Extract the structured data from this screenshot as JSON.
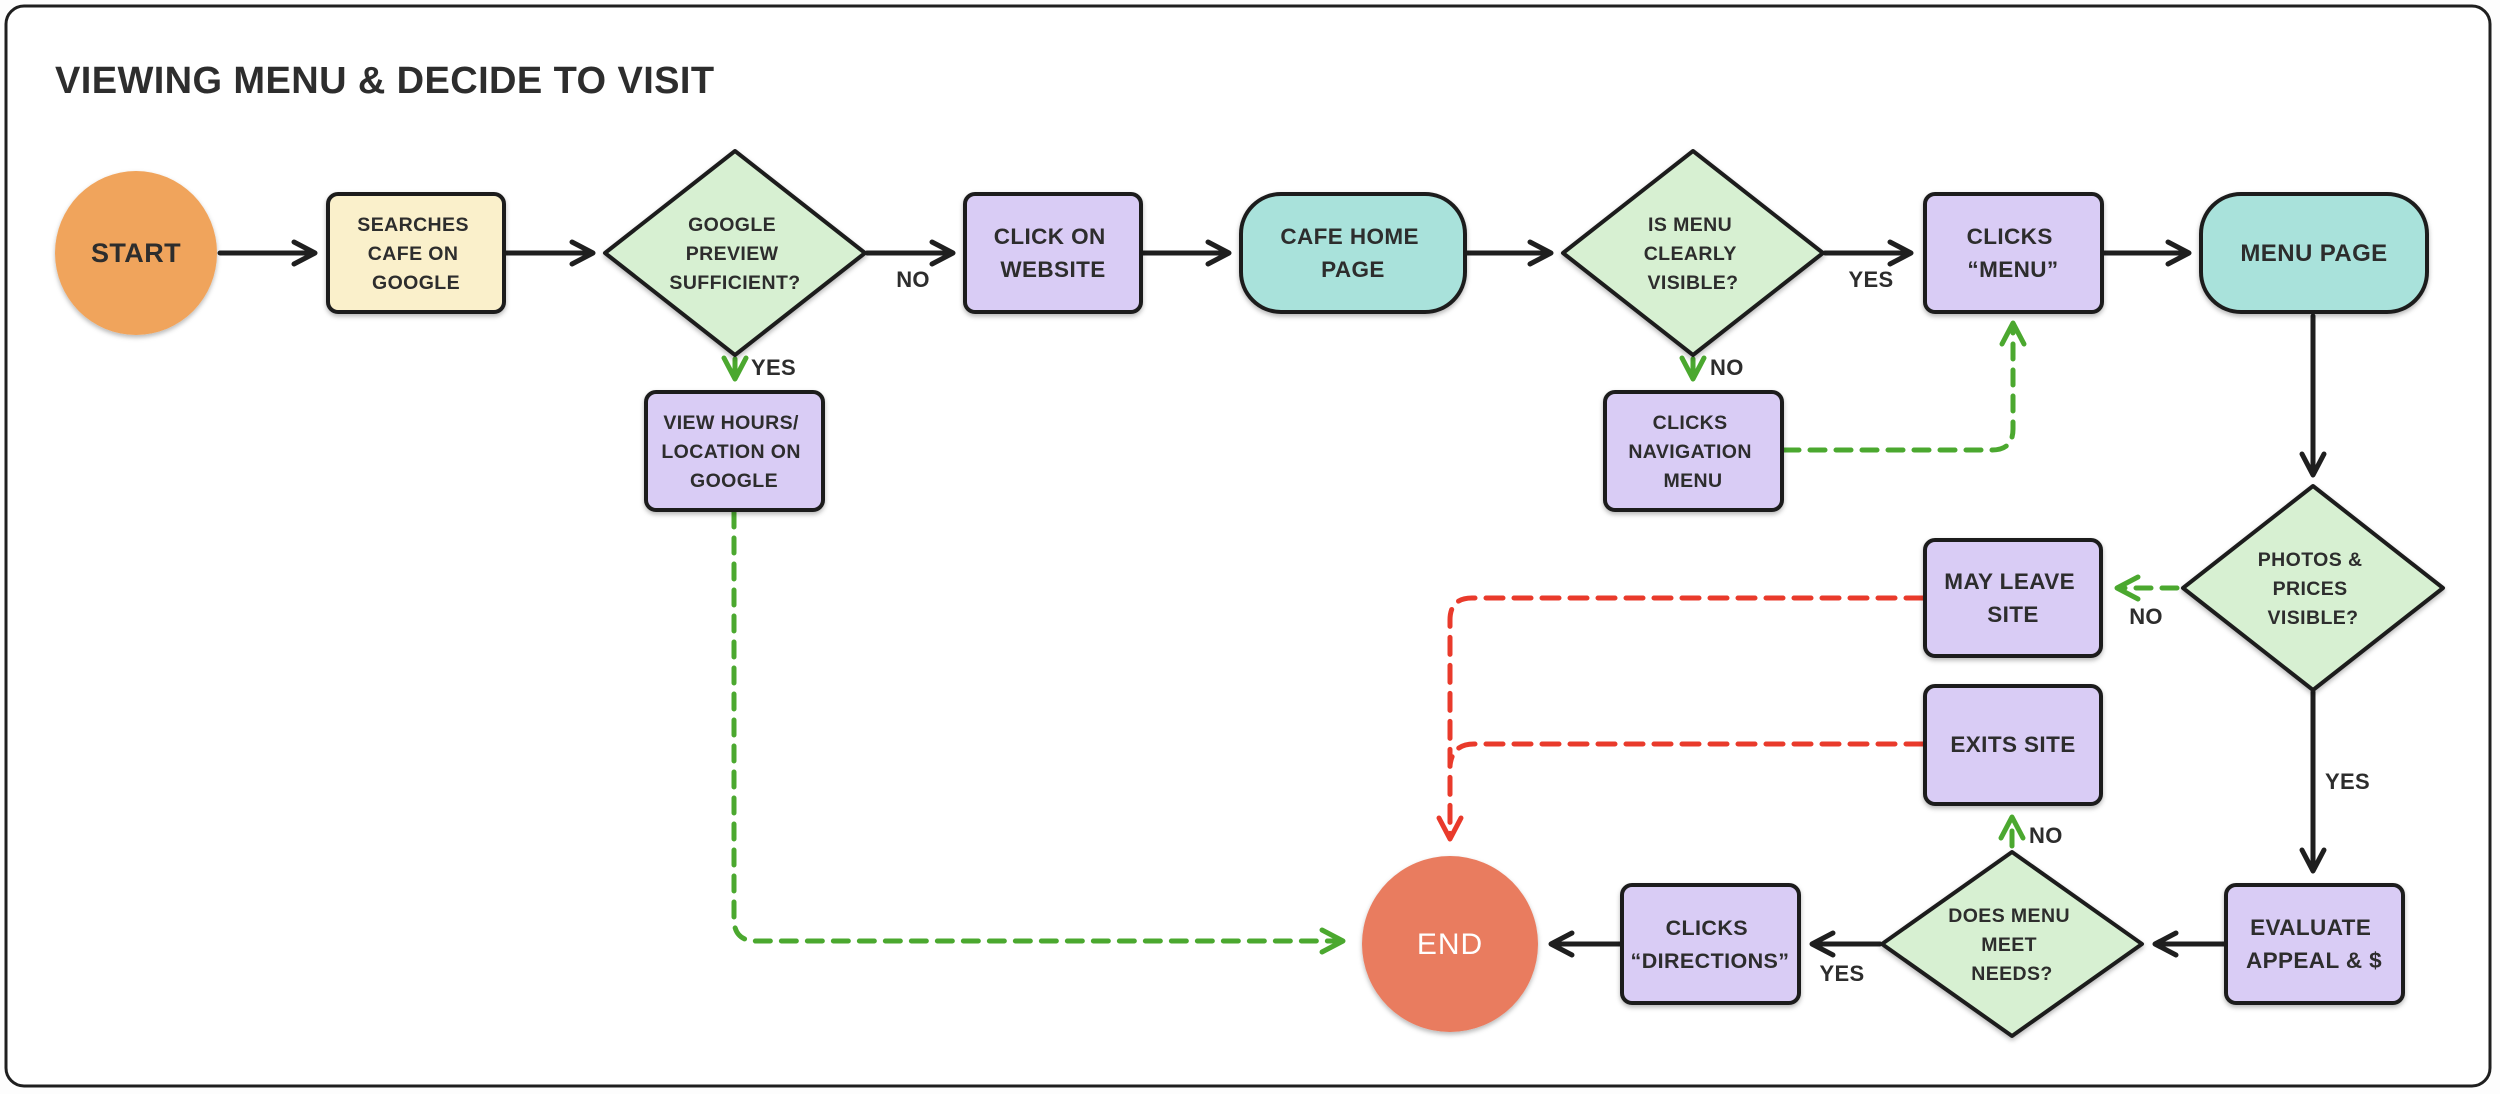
{
  "title": "VIEWING MENU & DECIDE TO VISIT",
  "colors": {
    "ink": "#1f1f1f",
    "text_ink": "#2d2d2d",
    "frame_stroke": "#1f1f1f",
    "canvas_bg": "#ffffff",
    "start_fill": "#f0a45c",
    "input_fill": "#faf0cb",
    "decision_fill": "#d7f0d2",
    "process_fill": "#d9ccf5",
    "page_fill": "#a9e2db",
    "end_fill": "#e97c5f",
    "end_text": "#ffffff",
    "branch_green": "#4ba82f",
    "exit_red": "#e93a2b"
  },
  "nodes": {
    "start": {
      "type": "start",
      "label": "START"
    },
    "searches_cafe_on_google": {
      "type": "input",
      "lines": [
        "SEARCHES",
        "CAFE ON",
        "GOOGLE"
      ]
    },
    "google_preview_sufficient": {
      "type": "decision",
      "lines": [
        "GOOGLE",
        "PREVIEW",
        "SUFFICIENT?"
      ]
    },
    "click_on_website": {
      "type": "process",
      "lines": [
        "CLICK ON",
        "WEBSITE"
      ]
    },
    "cafe_home_page": {
      "type": "page",
      "lines": [
        "CAFE HOME",
        "PAGE"
      ]
    },
    "is_menu_clearly_visible": {
      "type": "decision",
      "lines": [
        "IS MENU",
        "CLEARLY",
        "VISIBLE?"
      ]
    },
    "clicks_menu": {
      "type": "process",
      "lines": [
        "CLICKS",
        "“MENU”"
      ]
    },
    "menu_page": {
      "type": "page",
      "label": "MENU PAGE"
    },
    "view_hours_location_on_google": {
      "type": "process",
      "lines": [
        "VIEW HOURS/",
        "LOCATION ON",
        "GOOGLE"
      ]
    },
    "clicks_navigation_menu": {
      "type": "process",
      "lines": [
        "CLICKS",
        "NAVIGATION",
        "MENU"
      ]
    },
    "photos_prices_visible": {
      "type": "decision",
      "lines": [
        "PHOTOS &",
        "PRICES",
        "VISIBLE?"
      ]
    },
    "may_leave_site": {
      "type": "process",
      "lines": [
        "MAY LEAVE",
        "SITE"
      ]
    },
    "exits_site": {
      "type": "process",
      "label": "EXITS SITE"
    },
    "evaluate_appeal": {
      "type": "process",
      "lines": [
        "EVALUATE",
        "APPEAL & $"
      ]
    },
    "does_menu_meet_needs": {
      "type": "decision",
      "lines": [
        "DOES MENU",
        "MEET",
        "NEEDS?"
      ]
    },
    "clicks_directions": {
      "type": "process",
      "lines": [
        "CLICKS",
        "“DIRECTIONS”"
      ]
    },
    "end": {
      "type": "end",
      "label": "END"
    }
  },
  "edge_labels": {
    "google_preview_no": "NO",
    "google_preview_yes": "YES",
    "menu_visible_yes": "YES",
    "menu_visible_no": "NO",
    "photos_prices_no": "NO",
    "photos_prices_yes": "YES",
    "menu_needs_no": "NO",
    "menu_needs_yes": "YES"
  }
}
